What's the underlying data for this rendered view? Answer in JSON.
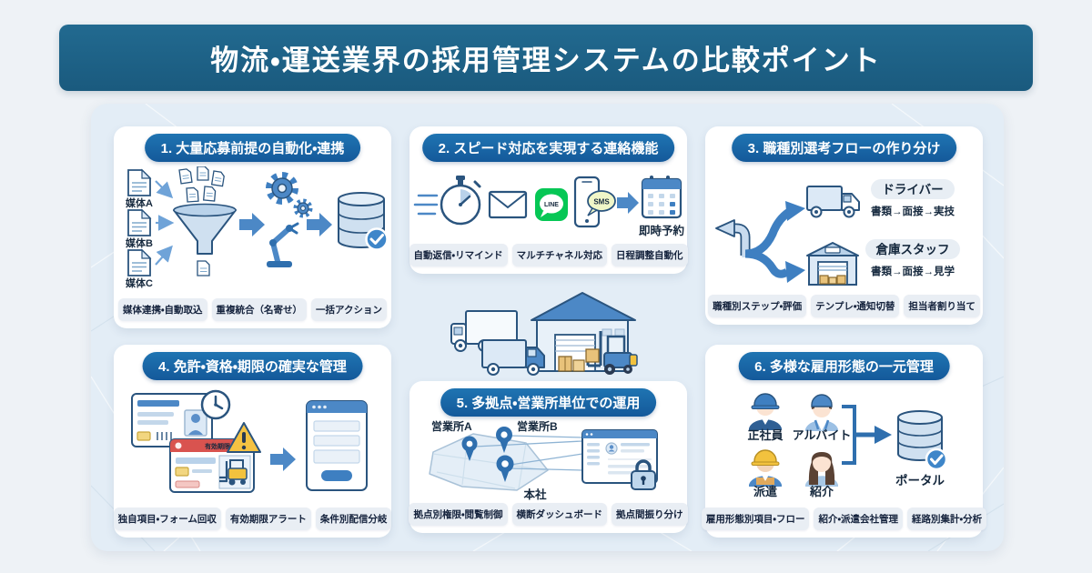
{
  "page": {
    "title": "物流・運送業界の採用管理システムの比較ポイント"
  },
  "colors": {
    "header_bg": "#1d6185",
    "panel_bg": "#e3edf6",
    "card_header_bg": "#1a69a6",
    "accent_blue": "#3e7fc1",
    "dark_outline": "#2a547e",
    "line_green": "#06c755",
    "alert_yellow": "#f5c242",
    "alert_red": "#d9534f"
  },
  "cards": [
    {
      "title": "1. 大量応募前提の自動化・連携",
      "labels": {
        "media_a": "媒体A",
        "media_b": "媒体B",
        "media_c": "媒体C"
      },
      "icons": [
        "document-icon",
        "funnel-icon",
        "gear-icon",
        "robot-arm-icon",
        "database-icon",
        "check-icon"
      ],
      "tags": [
        "媒体連携・自動取込",
        "重複統合（名寄せ）",
        "一括アクション"
      ]
    },
    {
      "title": "2. スピード対応を実現する連絡機能",
      "labels": {
        "line": "LINE",
        "sms": "SMS",
        "instant_booking": "即時予約"
      },
      "icons": [
        "stopwatch-icon",
        "envelope-icon",
        "line-app-icon",
        "smartphone-sms-icon",
        "arrow-icon",
        "calendar-icon"
      ],
      "tags": [
        "自動返信・リマインド",
        "マルチチャネル対応",
        "日程調整自動化"
      ]
    },
    {
      "title": "3. 職種別選考フローの作り分け",
      "labels": {
        "driver": "ドライバー",
        "driver_flow": "書類→面接→実技",
        "warehouse_staff": "倉庫スタッフ",
        "warehouse_flow": "書類→面接→見学"
      },
      "icons": [
        "branch-arrows-icon",
        "truck-icon",
        "warehouse-icon"
      ],
      "tags": [
        "職種別ステップ・評価",
        "テンプレ・通知切替",
        "担当者割り当て"
      ]
    },
    {
      "title": "4. 免許・資格・期限の確実な管理",
      "labels": {
        "expiry_banner": "有効期限"
      },
      "icons": [
        "license-card-icon",
        "clock-icon",
        "forklift-license-icon",
        "warning-triangle-icon",
        "arrow-icon",
        "form-icon"
      ],
      "tags": [
        "独自項目・フォーム回収",
        "有効期限アラート",
        "条件別配信分岐"
      ]
    },
    {
      "title": "5. 多拠点・営業所単位での運用",
      "labels": {
        "office_a": "営業所A",
        "office_b": "営業所B",
        "hq": "本社"
      },
      "icons": [
        "map-icon",
        "map-pin-icon",
        "dashboard-icon",
        "lock-icon"
      ],
      "tags": [
        "拠点別権限・閲覧制御",
        "横断ダッシュボード",
        "拠点間振り分け"
      ]
    },
    {
      "title": "6. 多様な雇用形態の一元管理",
      "labels": {
        "fulltime": "正社員",
        "parttime": "アルバイト",
        "dispatch": "派遣",
        "referral": "紹介",
        "portal": "ポータル"
      },
      "icons": [
        "worker-avatar-icon",
        "bracket-arrow-icon",
        "database-icon",
        "check-icon"
      ],
      "tags": [
        "雇用形態別項目・フロー",
        "紹介・派遣会社管理",
        "経路別集計・分析"
      ]
    }
  ],
  "center_illustration": {
    "icons": [
      "box-truck-icon",
      "delivery-truck-icon",
      "warehouse-icon",
      "forklift-icon",
      "cargo-box-icon"
    ]
  }
}
